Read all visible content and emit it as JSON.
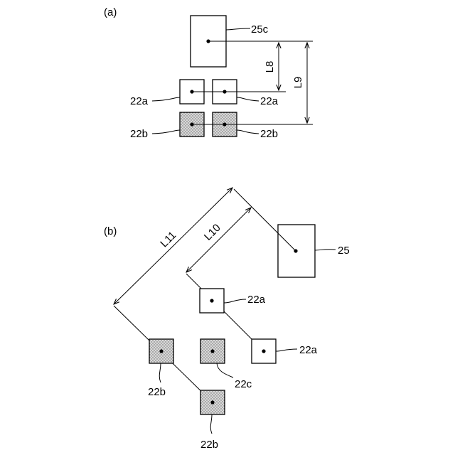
{
  "panel_a": {
    "label": "(a)",
    "component_25c": "25c",
    "component_22a_left": "22a",
    "component_22a_right": "22a",
    "component_22b_left": "22b",
    "component_22b_right": "22b",
    "dimension_L8": "L8",
    "dimension_L9": "L9"
  },
  "panel_b": {
    "label": "(b)",
    "component_25": "25",
    "component_22a_upper": "22a",
    "component_22a_lower": "22a",
    "component_22b_left": "22b",
    "component_22b_lower": "22b",
    "component_22c": "22c",
    "dimension_L10": "L10",
    "dimension_L11": "L11"
  },
  "colors": {
    "line": "#000000",
    "background": "#ffffff",
    "shading": "#9a9a9a"
  }
}
